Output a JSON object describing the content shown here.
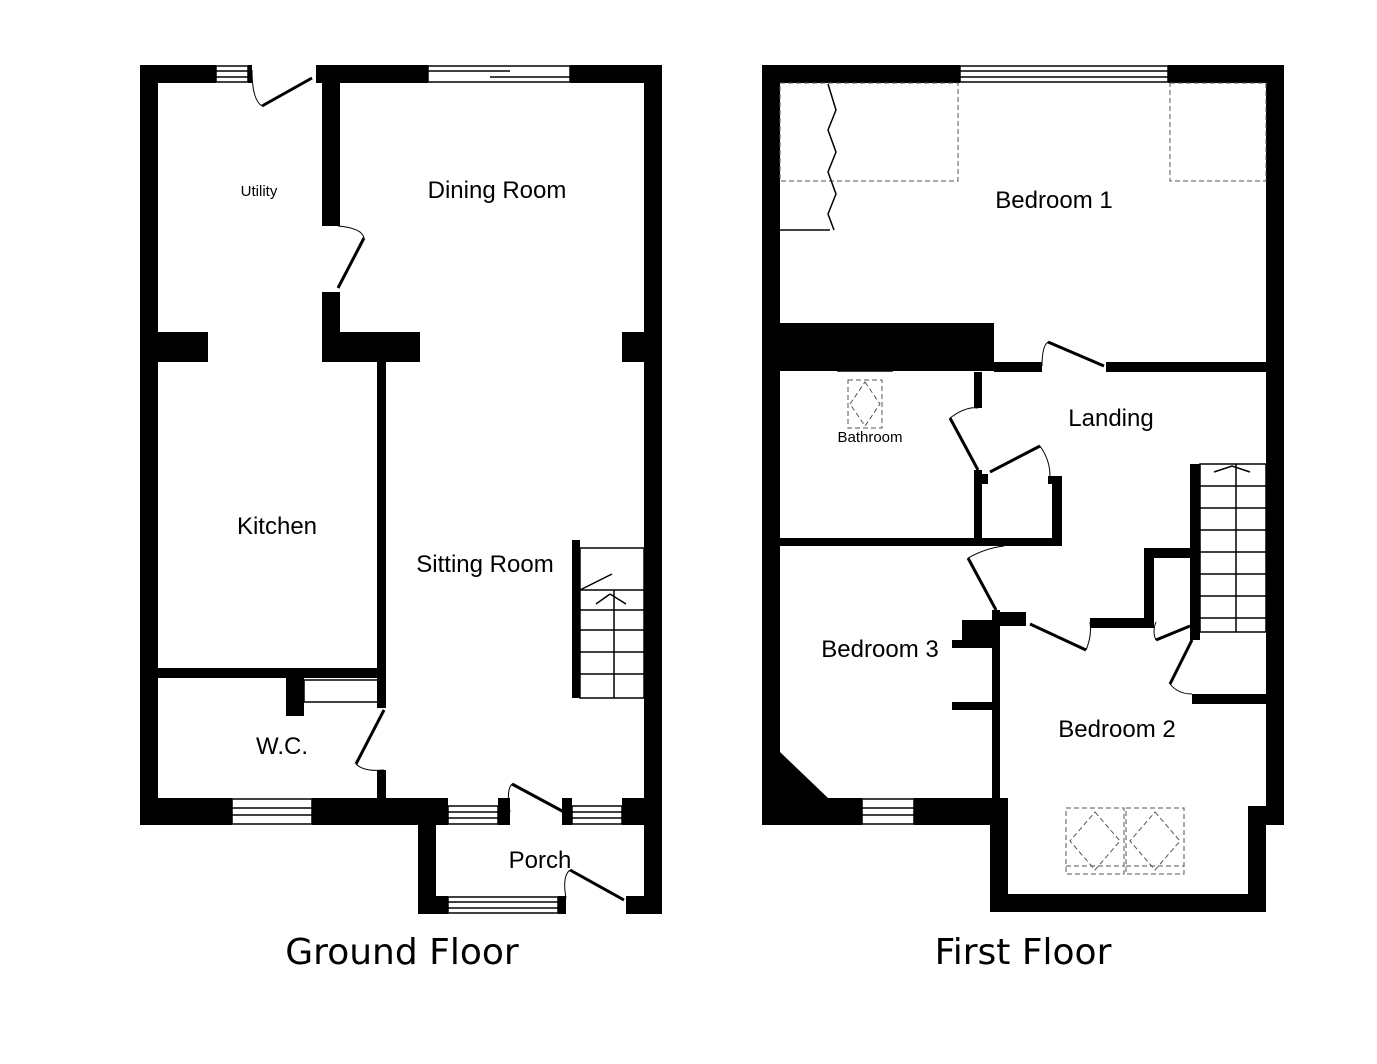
{
  "floors": {
    "ground": {
      "title": "Ground Floor",
      "rooms": {
        "utility": "Utility",
        "dining": "Dining Room",
        "kitchen": "Kitchen",
        "sitting": "Sitting Room",
        "wc": "W.C.",
        "porch": "Porch"
      }
    },
    "first": {
      "title": "First Floor",
      "rooms": {
        "bedroom1": "Bedroom 1",
        "bathroom": "Bathroom",
        "landing": "Landing",
        "bedroom3": "Bedroom 3",
        "bedroom2": "Bedroom 2"
      }
    }
  },
  "colors": {
    "wall": "#000000",
    "background": "#ffffff"
  }
}
